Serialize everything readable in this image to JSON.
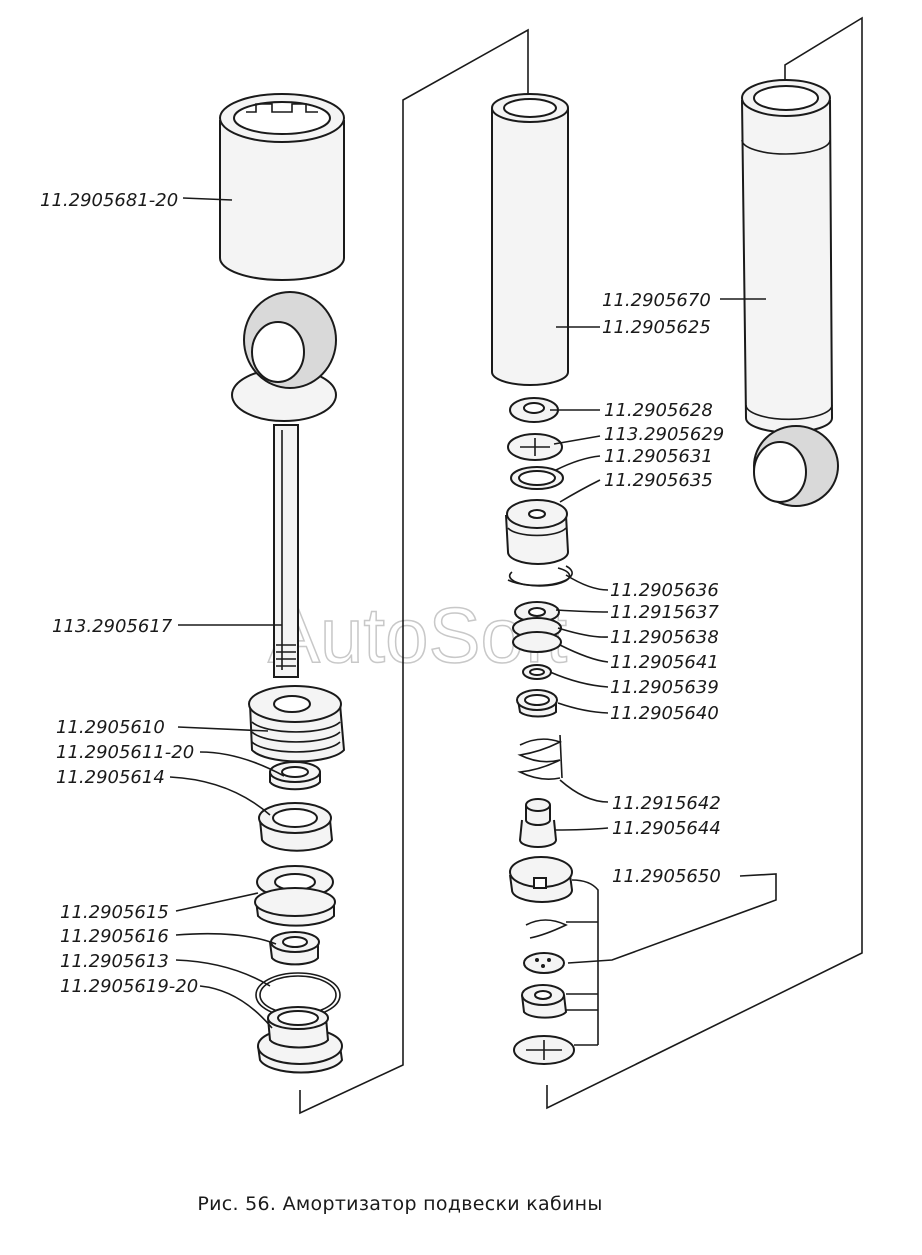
{
  "caption": "Рис. 56. Амортизатор подвески кабины",
  "watermark": "AutoSoft",
  "labels": {
    "p5681": "11.2905681-20",
    "p5617": "113.2905617",
    "p5610": "11.2905610",
    "p5611": "11.2905611-20",
    "p5614": "11.2905614",
    "p5615": "11.2905615",
    "p5616": "11.2905616",
    "p5613": "11.2905613",
    "p5619": "11.2905619-20",
    "p5670": "11.2905670",
    "p5625": "11.2905625",
    "p5628": "11.2905628",
    "p5629": "113.2905629",
    "p5631": "11.2905631",
    "p5635": "11.2905635",
    "p5636": "11.2905636",
    "p5637": "11.2915637",
    "p5638": "11.2905638",
    "p5641": "11.2905641",
    "p5639": "11.2905639",
    "p5640": "11.2905640",
    "p5642": "11.2915642",
    "p5644": "11.2905644",
    "p5650": "11.2905650"
  }
}
